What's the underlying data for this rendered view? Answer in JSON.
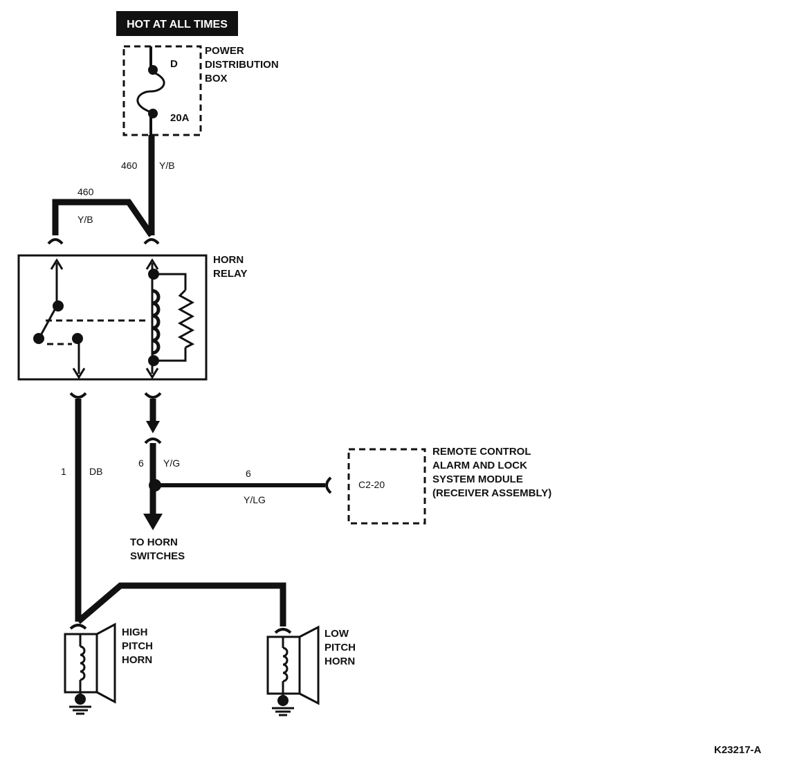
{
  "banner": "HOT AT ALL TIMES",
  "power_box": {
    "label_lines": [
      "POWER",
      "DISTRIBUTION",
      "BOX"
    ],
    "fuse_id": "D",
    "fuse_rating": "20A"
  },
  "wires": {
    "feed_circuit": "460",
    "feed_color": "Y/B",
    "branch_circuit": "460",
    "branch_color": "Y/B",
    "horn_circuit": "1",
    "horn_color": "DB",
    "switch_circuit": "6",
    "switch_color": "Y/G",
    "module_circuit": "6",
    "module_color": "Y/LG"
  },
  "horn_relay": {
    "label_lines": [
      "HORN",
      "RELAY"
    ]
  },
  "module": {
    "connector": "C2-20",
    "label_lines": [
      "REMOTE CONTROL",
      "ALARM AND LOCK",
      "SYSTEM MODULE",
      "(RECEIVER ASSEMBLY)"
    ]
  },
  "to_switches": {
    "label_lines": [
      "TO HORN",
      "SWITCHES"
    ]
  },
  "high_horn": {
    "label_lines": [
      "HIGH",
      "PITCH",
      "HORN"
    ]
  },
  "low_horn": {
    "label_lines": [
      "LOW",
      "PITCH",
      "HORN"
    ]
  },
  "reference": "K23217-A"
}
